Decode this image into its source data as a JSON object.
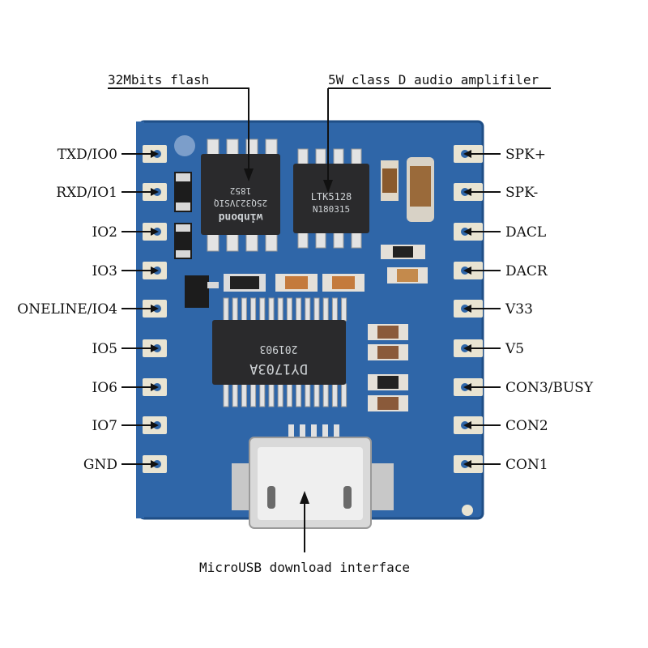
{
  "callouts": {
    "flash": "32Mbits flash",
    "amp": "5W class D audio amplifiler",
    "usb": "MicroUSB download interface"
  },
  "pins_left": [
    "TXD/IO0",
    "RXD/IO1",
    "IO2",
    "IO3",
    "ONELINE/IO4",
    "IO5",
    "IO6",
    "IO7",
    "GND"
  ],
  "pins_right": [
    "SPK+",
    "SPK-",
    "DACL",
    "DACR",
    "V33",
    "V5",
    "CON3/BUSY",
    "CON2",
    "CON1"
  ],
  "chips": {
    "flash_brand": "winbond",
    "flash_part": "25Q32JVSIQ",
    "flash_code": "1852",
    "amp_part": "LTK5128",
    "amp_code": "N180315",
    "main_part": "DY1703A",
    "main_code": "201903"
  },
  "colors": {
    "pcb": "#2f66a8",
    "pcb_edge": "#1f4e86",
    "pad": "#e9e4d2",
    "chip": "#2a2a2c",
    "line": "#111111"
  }
}
